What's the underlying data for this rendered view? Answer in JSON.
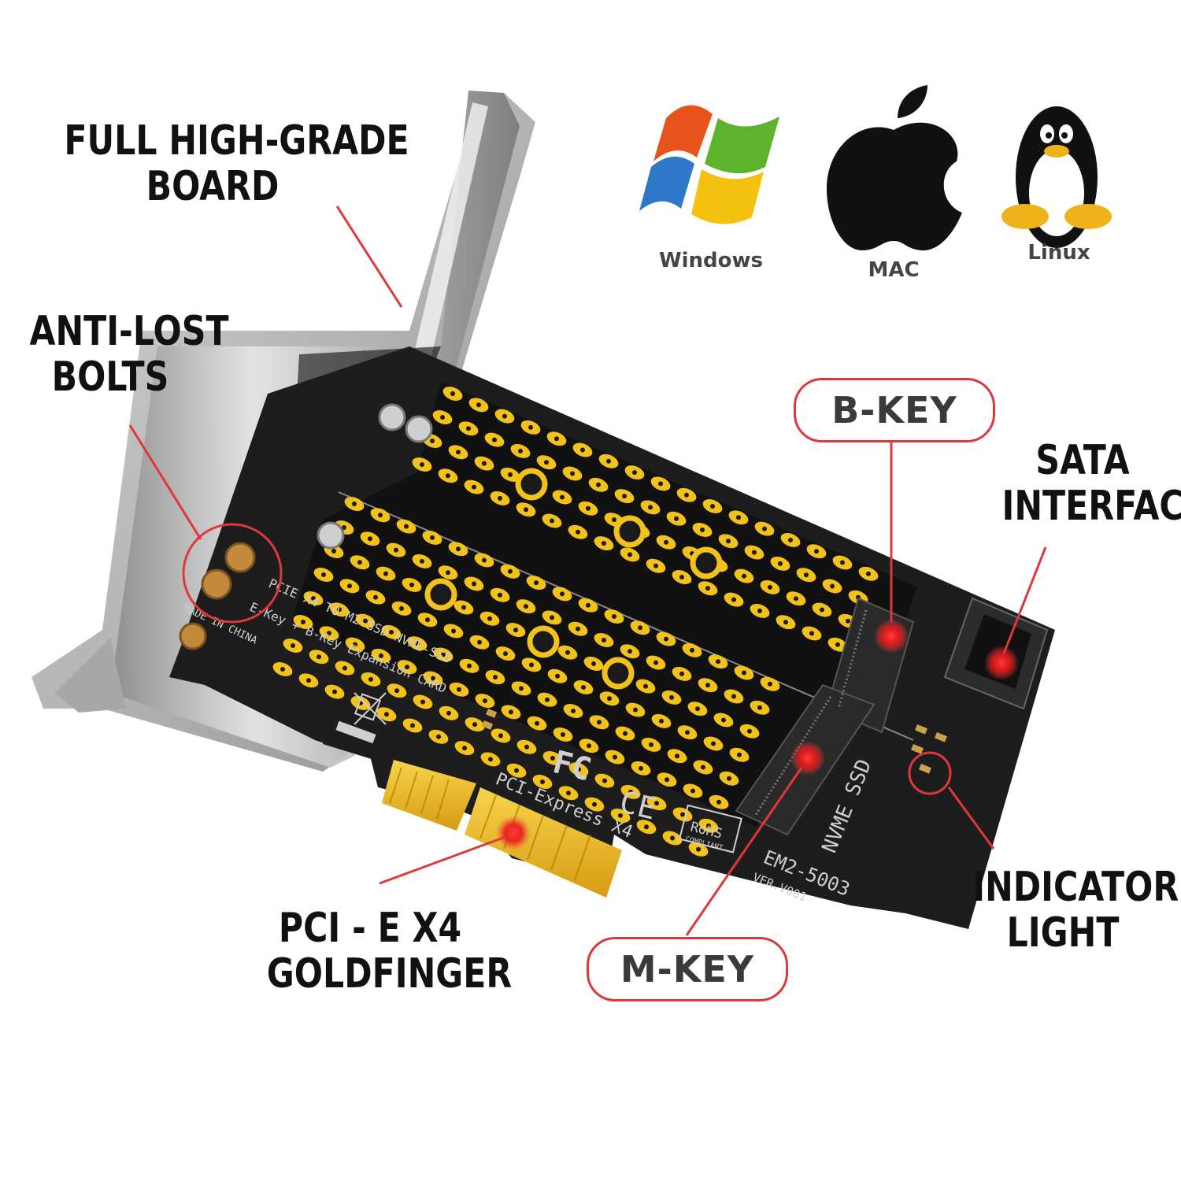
{
  "os": {
    "windows_label": "Windows",
    "mac_label": "MAC",
    "linux_label": "Linux"
  },
  "callouts": {
    "board": [
      "FULL HIGH-GRADE",
      "BOARD"
    ],
    "bolts": [
      "ANTI-LOST",
      "BOLTS"
    ],
    "b_key": "B-KEY",
    "sata": [
      "SATA",
      "INTERFACE"
    ],
    "indicator": [
      "INDICATOR",
      "LIGHT"
    ],
    "m_key": "M-KEY",
    "goldfinger": [
      "PCI - E X4",
      "GOLDFINGER"
    ]
  },
  "pcb": {
    "made_in": "MADE IN CHINA",
    "line1": "PCIE X4 TO  M2-SSD NVME-SSD",
    "line2": "E-Key + B-Key Expansion CARD",
    "pci_express": "PCI-Express X4",
    "nvme_ssd": "NVME SSD",
    "model": "EM2-5003",
    "version": "VER.V001",
    "fc": "FC",
    "ce": "CE",
    "rohs": "RoHS",
    "rohs_sub": "COMPLIANT"
  },
  "colors": {
    "accent_red": "#e0373c",
    "pcb_black": "#1d1d1d",
    "gold": "#f2c21a",
    "bracket": "#b9b9b9"
  },
  "icons": [
    "windows-logo-icon",
    "apple-logo-icon",
    "linux-tux-icon",
    "recycle-bin-crossed-icon"
  ]
}
